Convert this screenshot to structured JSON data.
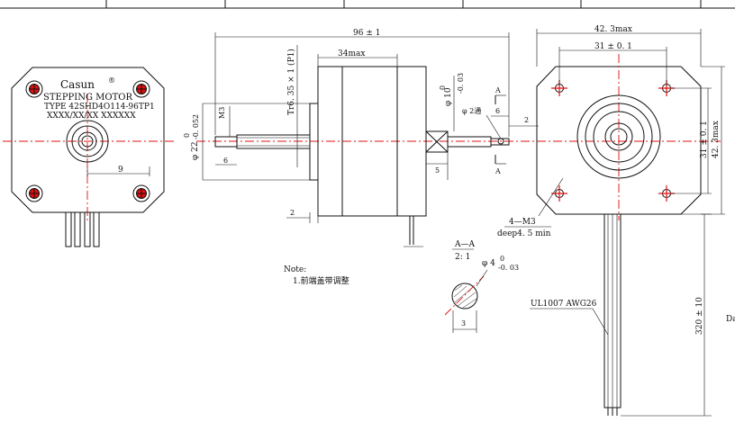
{
  "front_label": {
    "brand": "Casun",
    "registered": "®",
    "product": "STEPPING MOTOR",
    "type": "TYPE 42SHD4O114-96TP1",
    "serial": "XXXX/XX/XX XXXXXX"
  },
  "side_view": {
    "overall_length": "96 ± 1",
    "body_length": "34max",
    "lead_screw": "Tr6. 35 × 1 (P1)",
    "thread_m3": "M3",
    "dim_6_left": "6",
    "shaft_dia_22": "φ 22",
    "shaft_dia_22_tol_top": "0",
    "shaft_dia_22_tol_bot": "-0. 052",
    "dim_9": "9",
    "dim_2_bottom": "2",
    "shaft_dia_10": "φ 10",
    "shaft_dia_10_tol_top": "0",
    "shaft_dia_10_tol_bot": "-0. 03",
    "hole_dia_2": "φ 2通",
    "dim_6_right": "6",
    "dim_2_right": "2",
    "dim_5": "5",
    "section_mark_top": "A",
    "section_mark_bottom": "A"
  },
  "section": {
    "title": "A—A",
    "scale": "2: 1",
    "dia": "φ 4",
    "dia_tol_top": "0",
    "dia_tol_bot": "-0. 03",
    "dim_3": "3"
  },
  "note": {
    "heading": "Note:",
    "line1": "1.前端盖带调整"
  },
  "end_view": {
    "width_max": "42. 3max",
    "hole_spacing": "31 ± 0. 1",
    "height_max": "42. 3max",
    "hole_spacing_v": "31 ± 0. 1",
    "holes": "4—M3",
    "depth": "deep4. 5 min",
    "cable": "UL1007  AWG26",
    "cable_length": "320 ± 10",
    "edge_text": "Da"
  },
  "colors": {
    "centerline": "#e01010",
    "ink": "#111111"
  }
}
